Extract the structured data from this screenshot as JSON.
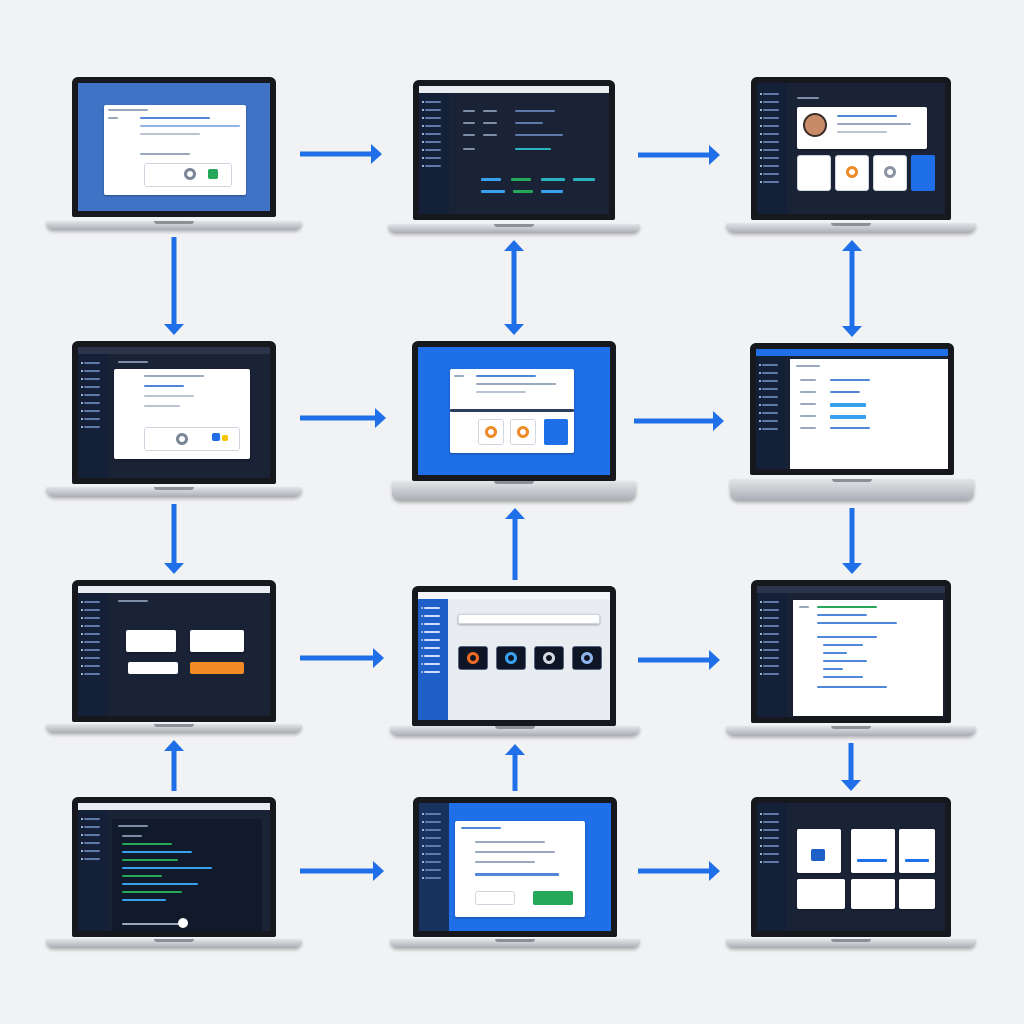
{
  "diagram": {
    "laptops": [
      {
        "id": "r1c1",
        "row": 1,
        "col": 1,
        "theme": "blue-dialog"
      },
      {
        "id": "r1c2",
        "row": 1,
        "col": 2,
        "theme": "dark-code"
      },
      {
        "id": "r1c3",
        "row": 1,
        "col": 3,
        "theme": "profile-card"
      },
      {
        "id": "r2c1",
        "row": 2,
        "col": 1,
        "theme": "dark-dialog"
      },
      {
        "id": "r2c2",
        "row": 2,
        "col": 2,
        "theme": "blue-dialog-2"
      },
      {
        "id": "r2c3",
        "row": 2,
        "col": 3,
        "theme": "form"
      },
      {
        "id": "r3c1",
        "row": 3,
        "col": 1,
        "theme": "dark-cards"
      },
      {
        "id": "r3c2",
        "row": 3,
        "col": 2,
        "theme": "app-icons"
      },
      {
        "id": "r3c3",
        "row": 3,
        "col": 3,
        "theme": "document"
      },
      {
        "id": "r4c1",
        "row": 4,
        "col": 1,
        "theme": "terminal"
      },
      {
        "id": "r4c2",
        "row": 4,
        "col": 2,
        "theme": "upload"
      },
      {
        "id": "r4c3",
        "row": 4,
        "col": 3,
        "theme": "dashboard"
      }
    ],
    "connections": [
      {
        "from": "r1c1",
        "to": "r1c2",
        "type": "one-way"
      },
      {
        "from": "r1c2",
        "to": "r1c3",
        "type": "one-way"
      },
      {
        "from": "r1c1",
        "to": "r2c1",
        "type": "one-way"
      },
      {
        "from": "r1c2",
        "to": "r2c2",
        "type": "two-way"
      },
      {
        "from": "r1c3",
        "to": "r2c3",
        "type": "two-way"
      },
      {
        "from": "r2c1",
        "to": "r2c2",
        "type": "one-way"
      },
      {
        "from": "r2c2",
        "to": "r2c3",
        "type": "one-way"
      },
      {
        "from": "r2c1",
        "to": "r3c1",
        "type": "one-way"
      },
      {
        "from": "r3c2",
        "to": "r2c2",
        "type": "one-way"
      },
      {
        "from": "r2c3",
        "to": "r3c3",
        "type": "one-way"
      },
      {
        "from": "r3c1",
        "to": "r3c2",
        "type": "one-way"
      },
      {
        "from": "r3c2",
        "to": "r3c3",
        "type": "one-way"
      },
      {
        "from": "r4c1",
        "to": "r3c1",
        "type": "one-way"
      },
      {
        "from": "r4c2",
        "to": "r3c2",
        "type": "one-way"
      },
      {
        "from": "r3c3",
        "to": "r4c3",
        "type": "one-way"
      },
      {
        "from": "r4c1",
        "to": "r4c2",
        "type": "one-way"
      },
      {
        "from": "r4c2",
        "to": "r4c3",
        "type": "one-way"
      }
    ]
  },
  "colors": {
    "arrow": "#1f6fe8",
    "background": "#f1f2f4",
    "screen_dark": "#1a2236",
    "screen_blue": "#2a6fd6",
    "accent_green": "#25a85a",
    "accent_teal": "#2bb3c0",
    "accent_orange": "#f08a24"
  }
}
